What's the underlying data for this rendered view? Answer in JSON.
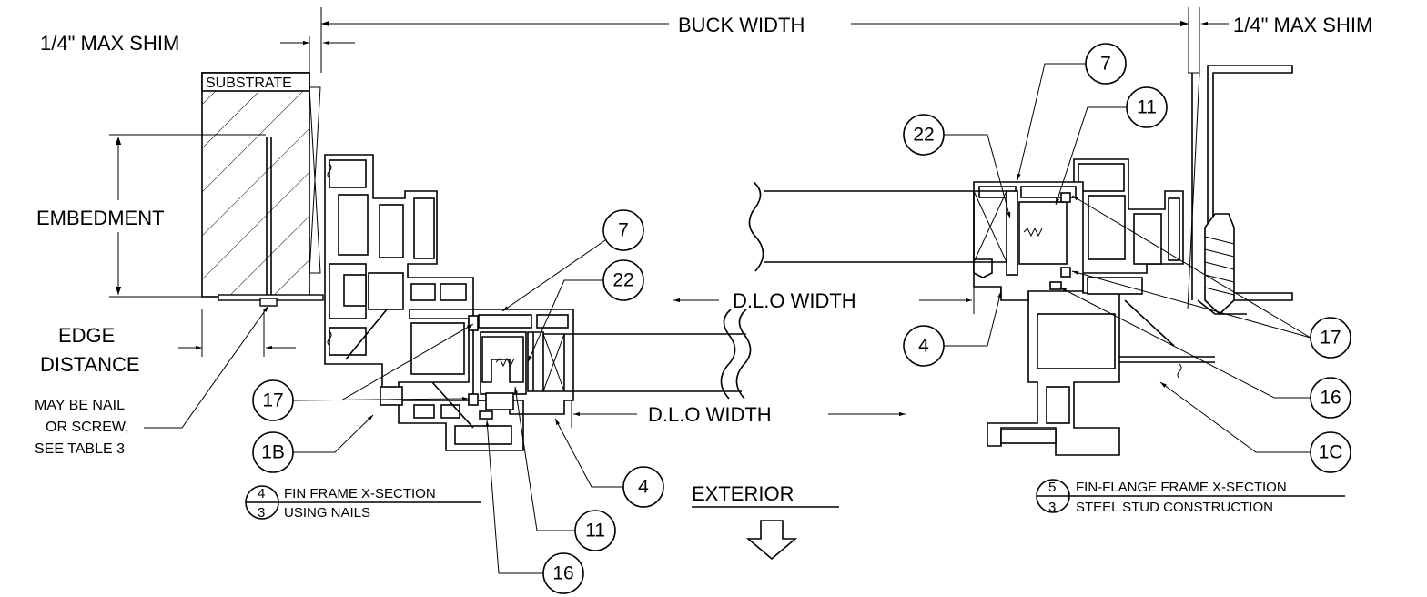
{
  "dimensions": {
    "buck_width": "BUCK WIDTH",
    "max_shim_left": "1/4\" MAX SHIM",
    "max_shim_right": "1/4\" MAX SHIM",
    "embedment": "EMBEDMENT",
    "edge_distance_1": "EDGE",
    "edge_distance_2": "DISTANCE",
    "dlo_width_upper": "D.L.O WIDTH",
    "dlo_width_lower": "D.L.O WIDTH"
  },
  "labels": {
    "substrate": "SUBSTRATE",
    "note_line1": "MAY BE NAIL",
    "note_line2": "OR SCREW,",
    "note_line3": "SEE TABLE 3",
    "exterior": "EXTERIOR"
  },
  "section_left": {
    "detail_number": "4",
    "sheet_number": "3",
    "title_line1": "FIN FRAME X-SECTION",
    "title_line2": "USING NAILS"
  },
  "section_right": {
    "detail_number": "5",
    "sheet_number": "3",
    "title_line1": "FIN-FLANGE FRAME X-SECTION",
    "title_line2": "STEEL STUD CONSTRUCTION"
  },
  "callouts_left": {
    "c7": "7",
    "c22": "22",
    "c17": "17",
    "c1b": "1B",
    "c4": "4",
    "c11": "11",
    "c16": "16"
  },
  "callouts_right": {
    "c7": "7",
    "c22": "22",
    "c11": "11",
    "c4": "4",
    "c17": "17",
    "c16": "16",
    "c1c": "1C"
  }
}
